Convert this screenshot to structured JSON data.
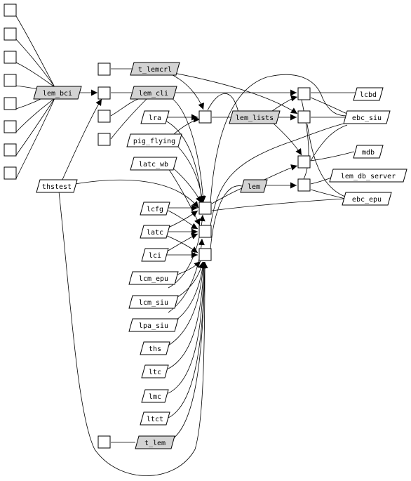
{
  "colors": {
    "background": "#ffffff",
    "stroke": "#000000",
    "plain_fill": "#ffffff",
    "highlight_fill": "#d3d3d3"
  },
  "nodes": {
    "t_lemcrl": {
      "label": "t_lemcrl",
      "highlighted": true
    },
    "lem_bci": {
      "label": "lem_bci",
      "highlighted": true
    },
    "lem_cli": {
      "label": "lem_cli",
      "highlighted": true
    },
    "lra": {
      "label": "lra",
      "highlighted": false
    },
    "lem_lists": {
      "label": "lem_lists",
      "highlighted": true
    },
    "pig_flying": {
      "label": "pig_flying",
      "highlighted": false
    },
    "latc_wb": {
      "label": "latc_wb",
      "highlighted": false
    },
    "thstest": {
      "label": "thstest",
      "highlighted": false
    },
    "lem": {
      "label": "lem",
      "highlighted": true
    },
    "lcfg": {
      "label": "lcfg",
      "highlighted": false
    },
    "latc": {
      "label": "latc",
      "highlighted": false
    },
    "lci": {
      "label": "lci",
      "highlighted": false
    },
    "lcm_epu": {
      "label": "lcm_epu",
      "highlighted": false
    },
    "lcm_siu": {
      "label": "lcm_siu",
      "highlighted": false
    },
    "lpa_siu": {
      "label": "lpa_siu",
      "highlighted": false
    },
    "ths": {
      "label": "ths",
      "highlighted": false
    },
    "ltc": {
      "label": "ltc",
      "highlighted": false
    },
    "lmc": {
      "label": "lmc",
      "highlighted": false
    },
    "ltct": {
      "label": "ltct",
      "highlighted": false
    },
    "t_lem": {
      "label": "t_lem",
      "highlighted": true
    },
    "lcbd": {
      "label": "lcbd",
      "highlighted": false
    },
    "ebc_siu": {
      "label": "ebc_siu",
      "highlighted": false
    },
    "mdb": {
      "label": "mdb",
      "highlighted": false
    },
    "lem_db_server": {
      "label": "lem_db_server",
      "highlighted": false
    },
    "ebc_epu": {
      "label": "ebc_epu",
      "highlighted": false
    }
  }
}
